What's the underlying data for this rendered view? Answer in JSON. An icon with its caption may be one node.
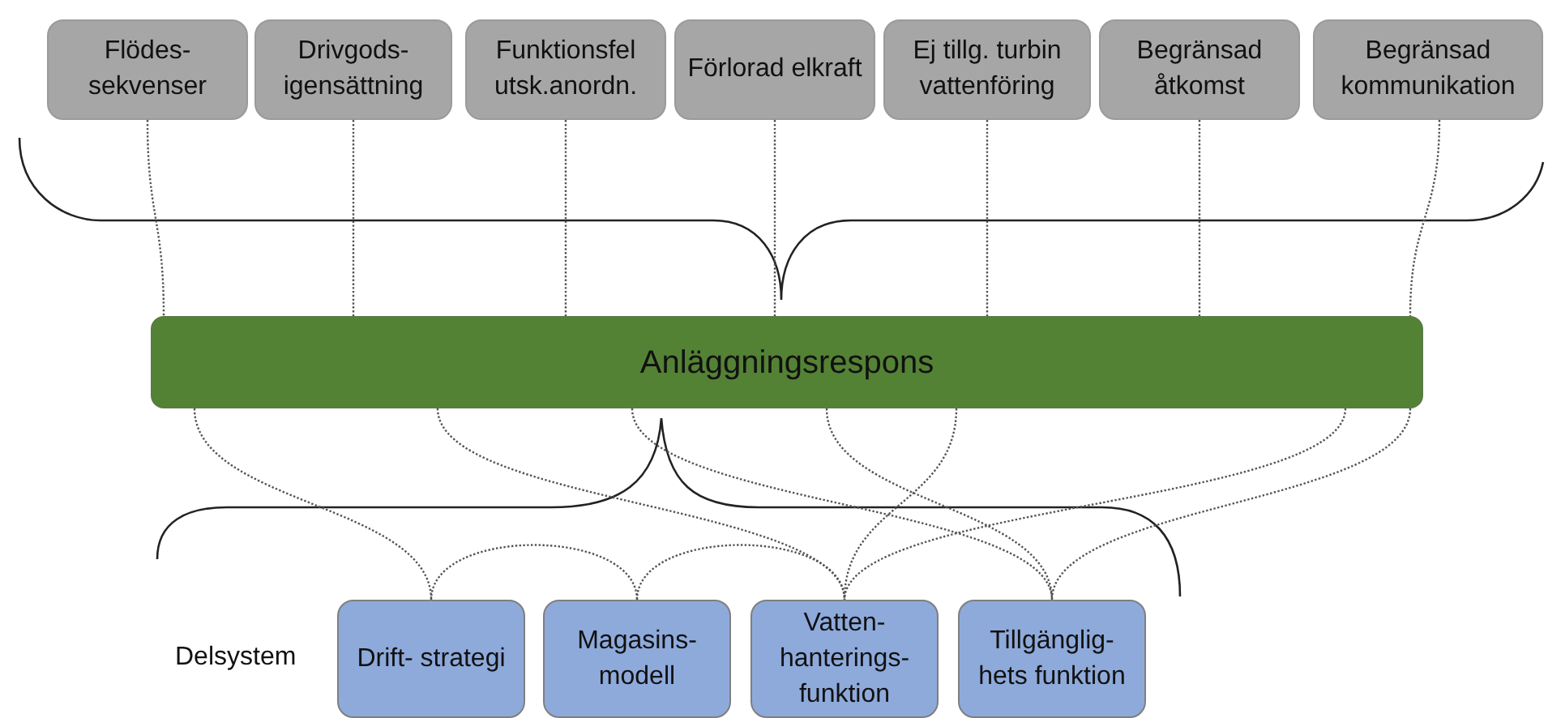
{
  "diagram": {
    "nodes": [
      {
        "text": [
          "Flödes- sekvenser"
        ]
      },
      {
        "text": [
          "Drivgods- igensättning"
        ]
      },
      {
        "text": [
          "Funktionsfel utsk.anordn."
        ]
      },
      {
        "text": [
          "Förlorad elkraft"
        ]
      },
      {
        "text": [
          "Ej tillg. turbin vattenföring"
        ]
      },
      {
        "text": [
          "Begränsad åtkomst"
        ]
      },
      {
        "text": [
          "Begränsad kommunikation"
        ]
      },
      {
        "text": [
          "Anläggningsrespons"
        ]
      },
      {
        "text": [
          "Drift- strategi"
        ]
      },
      {
        "text": [
          "Magasins- modell"
        ]
      },
      {
        "text": [
          "Vatten- hanterings- funktion"
        ]
      },
      {
        "text": [
          "Tillgänglig- hets funktion"
        ]
      }
    ],
    "edges": [
      {
        "from": 0,
        "to": 7,
        "arrow": "none"
      },
      {
        "from": 1,
        "to": 7,
        "arrow": "none"
      },
      {
        "from": 2,
        "to": 7,
        "arrow": "none"
      },
      {
        "from": 3,
        "to": 7,
        "arrow": "none"
      },
      {
        "from": 4,
        "to": 7,
        "arrow": "none"
      },
      {
        "from": 5,
        "to": 7,
        "arrow": "none"
      },
      {
        "from": 6,
        "to": 7,
        "arrow": "none"
      },
      {
        "from": 7,
        "to": 8,
        "arrow": "none"
      },
      {
        "from": 7,
        "to": 10,
        "arrow": "none"
      },
      {
        "from": 7,
        "to": 11,
        "arrow": "none"
      },
      {
        "from": 7,
        "to": 10,
        "arrow": "none"
      },
      {
        "from": 7,
        "to": 11,
        "arrow": "none"
      },
      {
        "from": 7,
        "to": 10,
        "arrow": "none"
      },
      {
        "from": 7,
        "to": 11,
        "arrow": "none"
      },
      {
        "from": 8,
        "to": 9,
        "arrow": "none"
      },
      {
        "from": 9,
        "to": 10,
        "arrow": "none"
      }
    ],
    "labels": [
      "Delsystem"
    ]
  }
}
